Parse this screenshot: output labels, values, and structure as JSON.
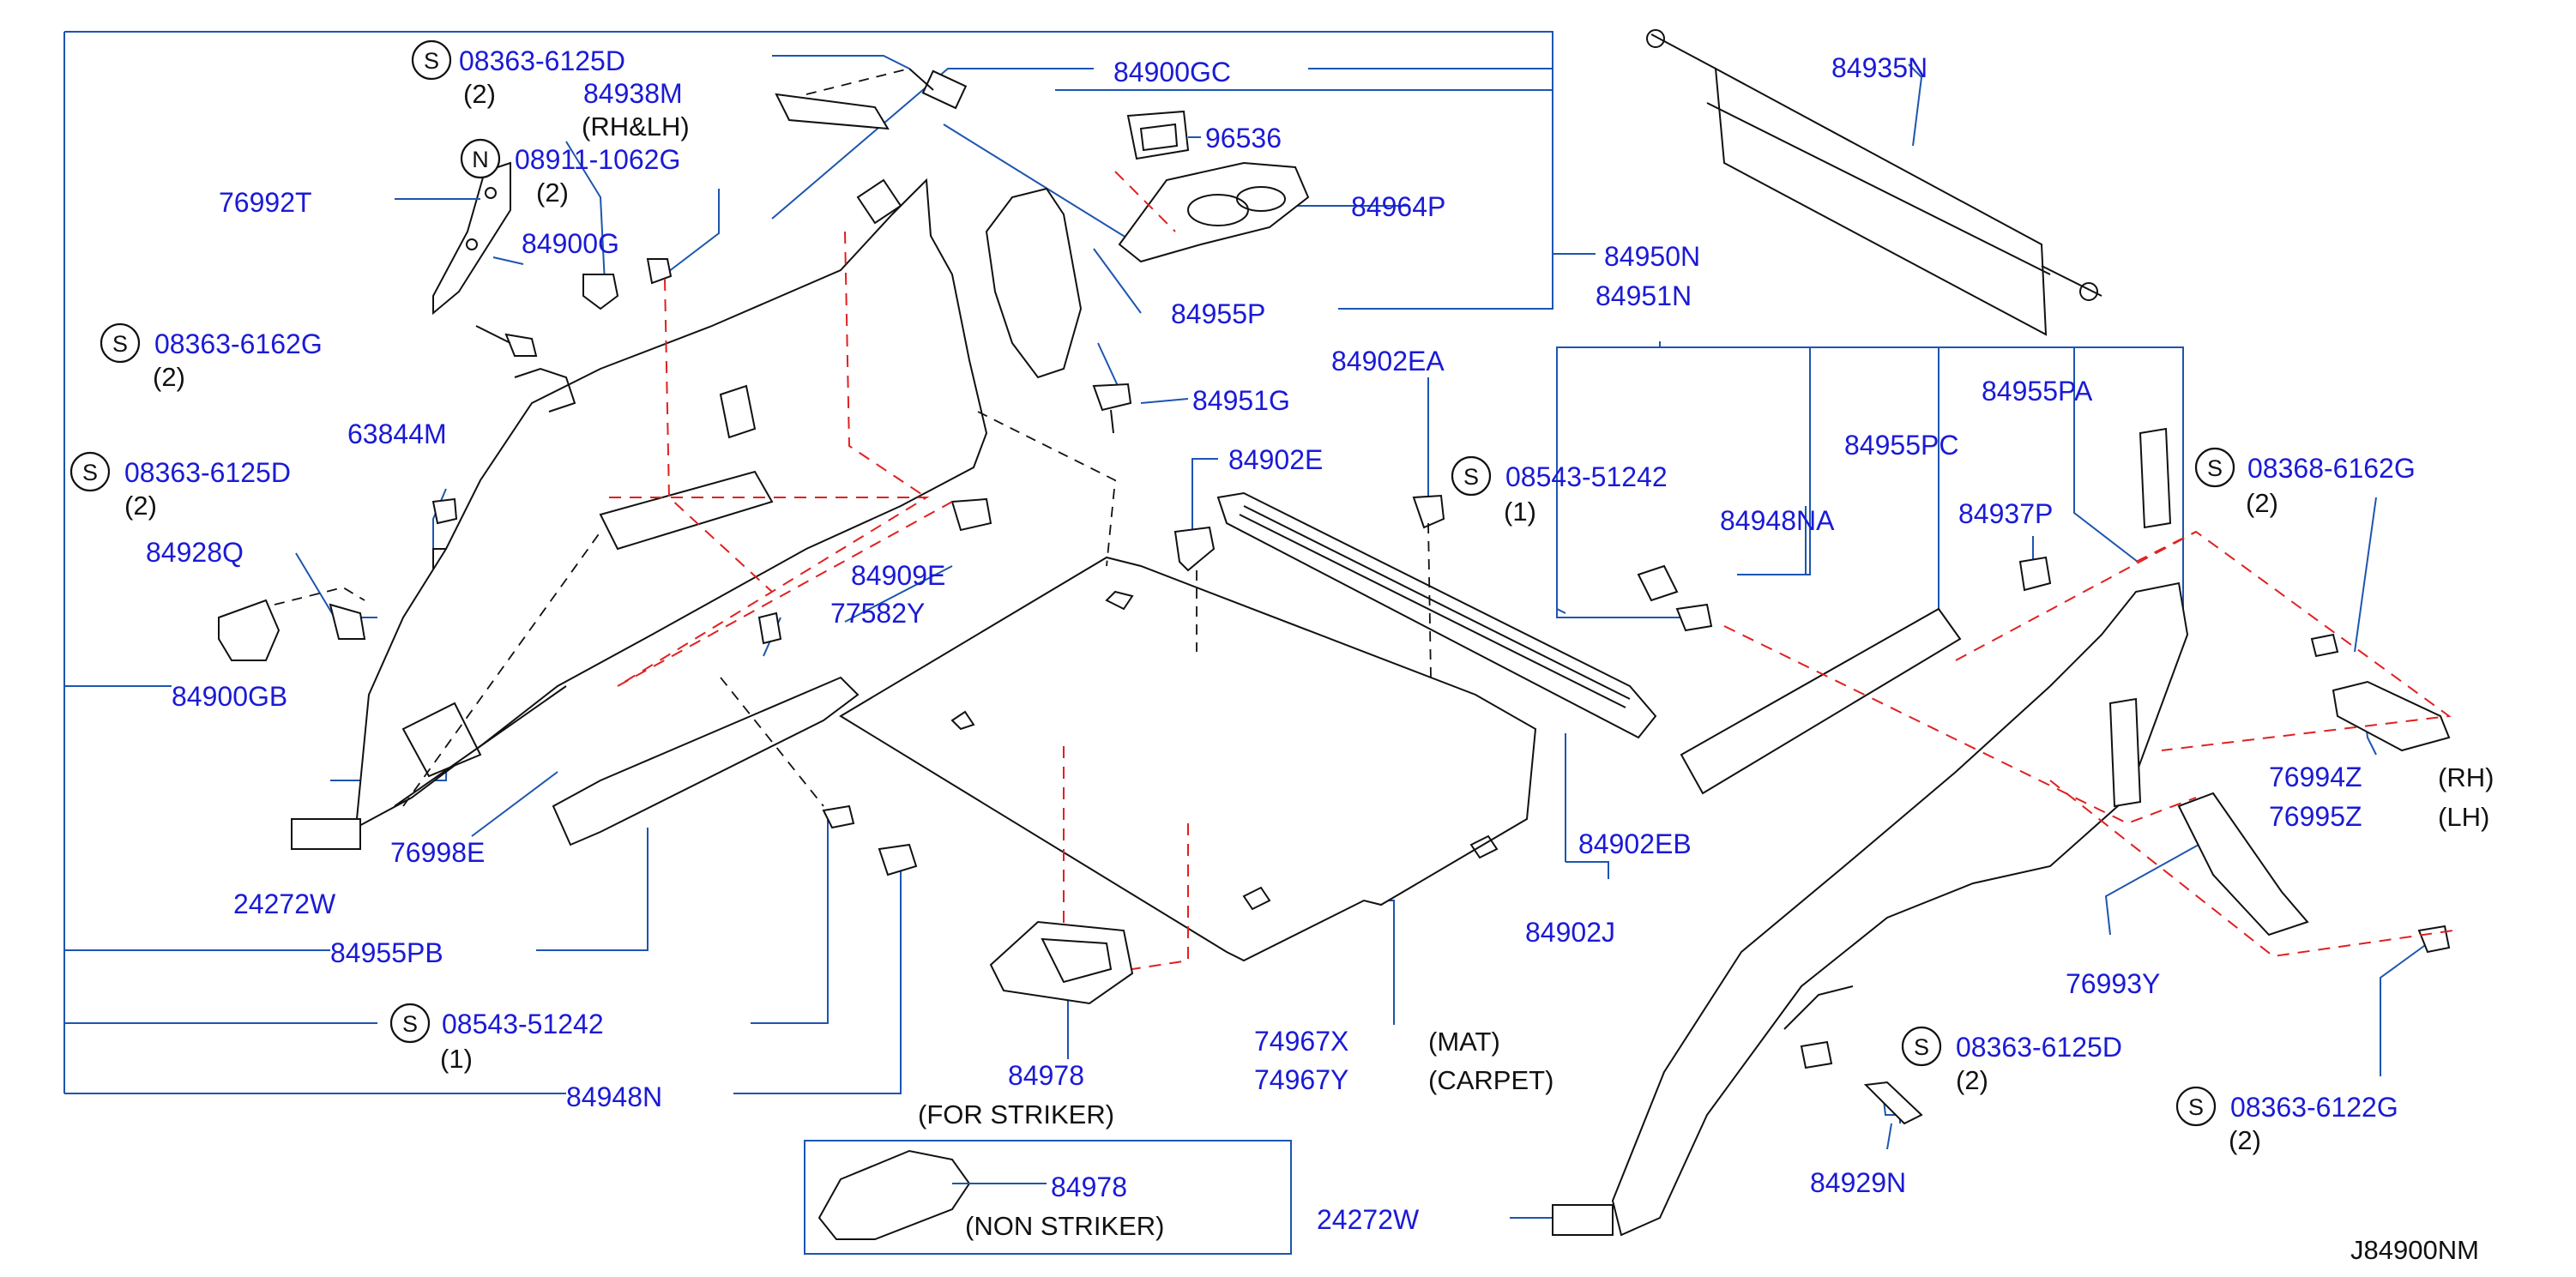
{
  "diagram": {
    "code": "J84900NM",
    "callouts": [
      {
        "id": "c-08363-6125D-top",
        "part": "08363-6125D",
        "prefix": "S",
        "qty": "(2)"
      },
      {
        "id": "c-84938M",
        "part": "84938M",
        "note": "(RH&LH)"
      },
      {
        "id": "c-08911-1062G",
        "part": "08911-1062G",
        "prefix": "N",
        "qty": "(2)"
      },
      {
        "id": "c-76992T",
        "part": "76992T"
      },
      {
        "id": "c-84900G",
        "part": "84900G"
      },
      {
        "id": "c-08363-6162G",
        "part": "08363-6162G",
        "prefix": "S",
        "qty": "(2)"
      },
      {
        "id": "c-63844M",
        "part": "63844M"
      },
      {
        "id": "c-08363-6125D-mid",
        "part": "08363-6125D",
        "prefix": "S",
        "qty": "(2)"
      },
      {
        "id": "c-84928Q",
        "part": "84928Q"
      },
      {
        "id": "c-84900GB",
        "part": "84900GB"
      },
      {
        "id": "c-76998E",
        "part": "76998E"
      },
      {
        "id": "c-24272W-left",
        "part": "24272W"
      },
      {
        "id": "c-84955PB",
        "part": "84955PB"
      },
      {
        "id": "c-08543-51242-left",
        "part": "08543-51242",
        "prefix": "S",
        "qty": "(1)"
      },
      {
        "id": "c-84948N",
        "part": "84948N"
      },
      {
        "id": "c-84900GC",
        "part": "84900GC"
      },
      {
        "id": "c-96536",
        "part": "96536"
      },
      {
        "id": "c-84964P",
        "part": "84964P"
      },
      {
        "id": "c-84955P",
        "part": "84955P"
      },
      {
        "id": "c-84951G",
        "part": "84951G"
      },
      {
        "id": "c-84909E",
        "part": "84909E"
      },
      {
        "id": "c-77582Y",
        "part": "77582Y"
      },
      {
        "id": "c-84902E",
        "part": "84902E"
      },
      {
        "id": "c-84902EA",
        "part": "84902EA"
      },
      {
        "id": "c-84902EB",
        "part": "84902EB"
      },
      {
        "id": "c-84902J",
        "part": "84902J"
      },
      {
        "id": "c-84978-striker",
        "part": "84978",
        "note": "(FOR  STRIKER)"
      },
      {
        "id": "c-84978-non",
        "part": "84978",
        "note": "(NON  STRIKER)"
      },
      {
        "id": "c-74967X",
        "part": "74967X",
        "note": "(MAT)"
      },
      {
        "id": "c-74967Y",
        "part": "74967Y",
        "note": "(CARPET)"
      },
      {
        "id": "c-84935N",
        "part": "84935N"
      },
      {
        "id": "c-84950N",
        "part": "84950N"
      },
      {
        "id": "c-84951N",
        "part": "84951N"
      },
      {
        "id": "c-08543-51242-right",
        "part": "08543-51242",
        "prefix": "S",
        "qty": "(1)"
      },
      {
        "id": "c-84948NA",
        "part": "84948NA"
      },
      {
        "id": "c-84955PC",
        "part": "84955PC"
      },
      {
        "id": "c-84955PA",
        "part": "84955PA"
      },
      {
        "id": "c-84937P",
        "part": "84937P"
      },
      {
        "id": "c-08368-6162G",
        "part": "08368-6162G",
        "prefix": "S",
        "qty": "(2)"
      },
      {
        "id": "c-76994Z",
        "part": "76994Z",
        "note": "(RH)"
      },
      {
        "id": "c-76995Z",
        "part": "76995Z",
        "note": "(LH)"
      },
      {
        "id": "c-76993Y",
        "part": "76993Y"
      },
      {
        "id": "c-08363-6125D-bot",
        "part": "08363-6125D",
        "prefix": "S",
        "qty": "(2)"
      },
      {
        "id": "c-08363-6122G",
        "part": "08363-6122G",
        "prefix": "S",
        "qty": "(2)"
      },
      {
        "id": "c-84929N",
        "part": "84929N"
      },
      {
        "id": "c-24272W-bot",
        "part": "24272W"
      }
    ]
  }
}
